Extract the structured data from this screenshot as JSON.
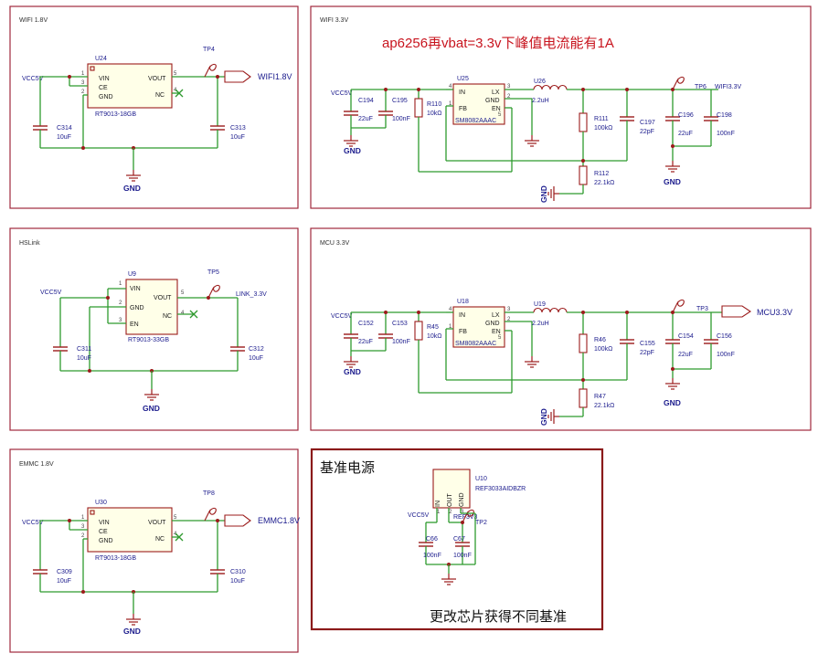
{
  "sections": {
    "wifi18": {
      "title": "WIFI 1.8V",
      "ref": "U24",
      "part": "RT9013-18GB",
      "pins": {
        "vin": "VIN",
        "ce": "CE",
        "gnd": "GND",
        "vout": "VOUT",
        "nc": "NC"
      },
      "pin_nums": {
        "vin": "1",
        "ce": "3",
        "gnd": "2",
        "vout": "5",
        "nc": "4"
      },
      "input_net": "VCC5V",
      "tp": "TP4",
      "output_net": "WIFI1.8V",
      "c_in": {
        "ref": "C314",
        "value": "10uF"
      },
      "c_out": {
        "ref": "C313",
        "value": "10uF"
      },
      "gnd": "GND"
    },
    "wifi33": {
      "title": "WIFI 3.3V",
      "note": "ap6256再vbat=3.3v下峰值电流能有1A",
      "input_net": "VCC5V",
      "ref": "U25",
      "part": "SM8082AAAC",
      "pins": {
        "in": "IN",
        "fb": "FB",
        "lx": "LX",
        "gnd": "GND",
        "en": "EN"
      },
      "pin_nums": {
        "in": "4",
        "fb": "1",
        "lx": "3",
        "gnd": "2",
        "en": "5"
      },
      "c1": {
        "ref": "C194",
        "value": "22uF"
      },
      "c2": {
        "ref": "C195",
        "value": "100nF"
      },
      "r_en": {
        "ref": "R110",
        "value": "10kΩ"
      },
      "inductor": {
        "ref": "U26",
        "value": "2.2uH"
      },
      "r_top": {
        "ref": "R111",
        "value": "100kΩ"
      },
      "r_bot": {
        "ref": "R112",
        "value": "22.1kΩ"
      },
      "c_ff": {
        "ref": "C197",
        "value": "22pF"
      },
      "c_o1": {
        "ref": "C196",
        "value": "22uF"
      },
      "c_o2": {
        "ref": "C198",
        "value": "100nF"
      },
      "tp": "TP6",
      "output_net": "WIFI3.3V",
      "gnd": "GND"
    },
    "hslink": {
      "title": "HSLink",
      "ref": "U9",
      "part": "RT9013-33GB",
      "pins": {
        "vin": "VIN",
        "gnd": "GND",
        "en": "EN",
        "vout": "VOUT",
        "nc": "NC"
      },
      "pin_nums": {
        "vin": "1",
        "gnd": "2",
        "en": "3",
        "vout": "5",
        "nc": "4"
      },
      "input_net": "VCC5V",
      "tp": "TP5",
      "output_net": "LINK_3.3V",
      "c_in": {
        "ref": "C311",
        "value": "10uF"
      },
      "c_out": {
        "ref": "C312",
        "value": "10uF"
      },
      "gnd": "GND"
    },
    "mcu33": {
      "title": "MCU 3.3V",
      "input_net": "VCC5V",
      "ref": "U18",
      "part": "SM8082AAAC",
      "pins": {
        "in": "IN",
        "fb": "FB",
        "lx": "LX",
        "gnd": "GND",
        "en": "EN"
      },
      "pin_nums": {
        "in": "4",
        "fb": "1",
        "lx": "3",
        "gnd": "2",
        "en": "5"
      },
      "c1": {
        "ref": "C152",
        "value": "22uF"
      },
      "c2": {
        "ref": "C153",
        "value": "100nF"
      },
      "r_en": {
        "ref": "R45",
        "value": "10kΩ"
      },
      "inductor": {
        "ref": "U19",
        "value": "2.2uH"
      },
      "r_top": {
        "ref": "R46",
        "value": "100kΩ"
      },
      "r_bot": {
        "ref": "R47",
        "value": "22.1kΩ"
      },
      "c_ff": {
        "ref": "C155",
        "value": "22pF"
      },
      "c_o1": {
        "ref": "C154",
        "value": "22uF"
      },
      "c_o2": {
        "ref": "C156",
        "value": "100nF"
      },
      "tp": "TP3",
      "output_net": "MCU3.3V",
      "gnd": "GND"
    },
    "emmc18": {
      "title": "EMMC 1.8V",
      "ref": "U30",
      "part": "RT9013-18GB",
      "pins": {
        "vin": "VIN",
        "ce": "CE",
        "gnd": "GND",
        "vout": "VOUT",
        "nc": "NC"
      },
      "pin_nums": {
        "vin": "1",
        "ce": "3",
        "gnd": "2",
        "vout": "5",
        "nc": "4"
      },
      "input_net": "VCC5V",
      "tp": "TP8",
      "output_net": "EMMC1.8V",
      "c_in": {
        "ref": "C309",
        "value": "10uF"
      },
      "c_out": {
        "ref": "C310",
        "value": "10uF"
      },
      "gnd": "GND"
    },
    "ref": {
      "title": "基准电源",
      "ref": "U10",
      "part": "REF3033AIDBZR",
      "pins": {
        "in": "IN",
        "out": "OUT",
        "gnd": "GND"
      },
      "pin_nums": {
        "in": "1",
        "out": "2",
        "gnd": "3"
      },
      "input_net": "VCC5V",
      "net": "REF3V3",
      "tp": "TP2",
      "c1": {
        "ref": "C66",
        "value": "100nF"
      },
      "c2": {
        "ref": "C67",
        "value": "100nF"
      },
      "note": "更改芯片获得不同基准"
    }
  },
  "colors": {
    "frame": "#a0283c",
    "wire": "#2e9a2e",
    "component": "#9b1b1b",
    "label": "#1a1a8c",
    "note_red": "#c8141e"
  }
}
